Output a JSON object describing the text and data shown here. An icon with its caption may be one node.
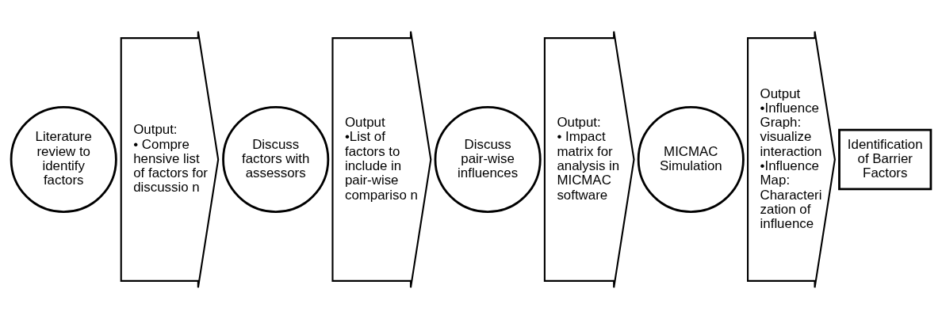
{
  "diagram": {
    "nodes": [
      {
        "text": [
          "Literature review to identify factors"
        ]
      },
      {
        "text": [
          "Output:",
          "• Compre hensive list of factors for discussio n"
        ]
      },
      {
        "text": [
          "Discuss factors with assessors"
        ]
      },
      {
        "text": [
          "Output",
          "•List of factors to include in pair-wise compariso n"
        ]
      },
      {
        "text": [
          "Discuss pair-wise influences"
        ]
      },
      {
        "text": [
          "Output:",
          "• Impact matrix for analysis in MICMAC software"
        ]
      },
      {
        "text": [
          "MICMAC Simulation"
        ]
      },
      {
        "text": [
          "Output",
          "•Influence Graph: visualize interaction",
          "•Influence Map: Characteri zation of influence"
        ]
      },
      {
        "text": [
          "Identification of Barrier Factors"
        ]
      }
    ]
  }
}
